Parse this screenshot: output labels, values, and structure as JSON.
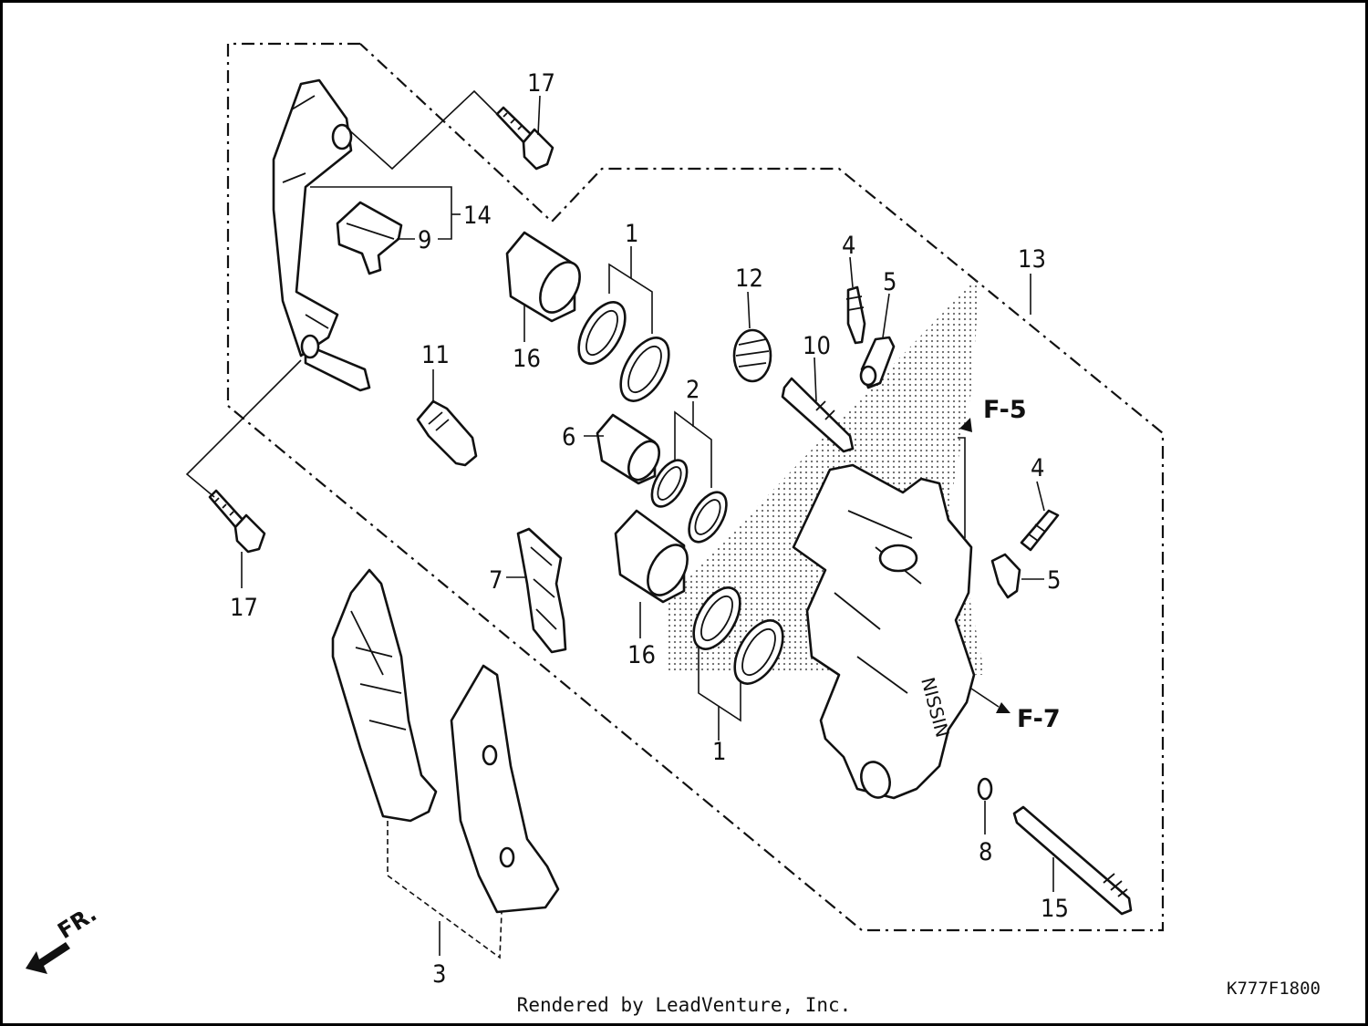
{
  "diagram": {
    "callouts": {
      "c1a": "1",
      "c1b": "1",
      "c2": "2",
      "c3": "3",
      "c4a": "4",
      "c4b": "4",
      "c5a": "5",
      "c5b": "5",
      "c6": "6",
      "c7": "7",
      "c8": "8",
      "c9": "9",
      "c10": "10",
      "c11": "11",
      "c12": "12",
      "c13": "13",
      "c14": "14",
      "c15": "15",
      "c16a": "16",
      "c16b": "16",
      "c17a": "17",
      "c17b": "17"
    },
    "refs": {
      "f5": "F-5",
      "f7": "F-7"
    },
    "front_marker": "FR.",
    "caliper_brand": "NISSIN",
    "drawing_code": "K777F1800"
  },
  "footer": {
    "credit": "Rendered by LeadVenture, Inc."
  }
}
